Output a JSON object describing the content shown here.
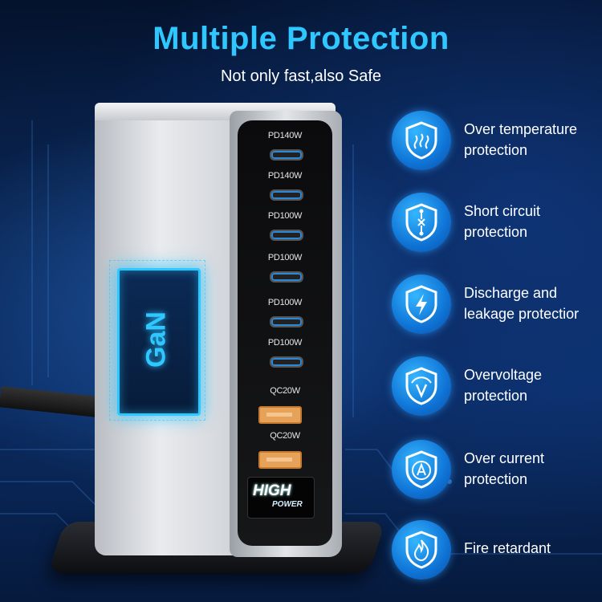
{
  "header": {
    "title": "Multiple Protection",
    "subtitle": "Not only fast,also Safe"
  },
  "device": {
    "ports": [
      {
        "label": "PD140W",
        "type": "usb-c"
      },
      {
        "label": "PD140W",
        "type": "usb-c"
      },
      {
        "label": "PD100W",
        "type": "usb-c"
      },
      {
        "label": "PD100W",
        "type": "usb-c"
      },
      {
        "label": "PD100W",
        "type": "usb-c"
      },
      {
        "label": "PD100W",
        "type": "usb-c"
      },
      {
        "label": "QC20W",
        "type": "usb-a"
      },
      {
        "label": "QC20W",
        "type": "usb-a"
      }
    ],
    "display_line1": "HIGH",
    "display_line2": "POWER",
    "chip_label": "GaN"
  },
  "features": [
    {
      "line1": "Over temperature",
      "line2": "protection",
      "icon": "temperature-shield-icon"
    },
    {
      "line1": "Short circuit",
      "line2": "protection",
      "icon": "short-circuit-shield-icon"
    },
    {
      "line1": "Discharge and",
      "line2": "leakage protectior",
      "icon": "lightning-shield-icon"
    },
    {
      "line1": "Overvoltage",
      "line2": "protection",
      "icon": "voltage-shield-icon"
    },
    {
      "line1": "Over current",
      "line2": "protection",
      "icon": "current-shield-icon"
    },
    {
      "line1": "Fire retardant",
      "line2": "",
      "icon": "fire-shield-icon"
    }
  ],
  "colors": {
    "accent": "#2fc7ff",
    "badge": "#1a8ae8",
    "background": "#0a2552"
  }
}
